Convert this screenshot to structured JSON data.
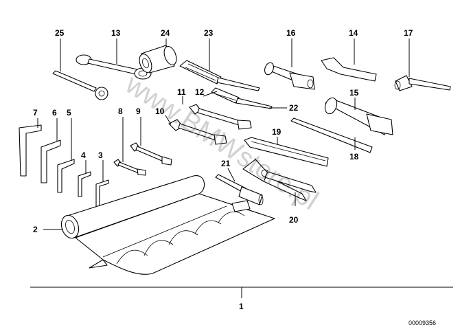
{
  "callouts": {
    "c1": "1",
    "c2": "2",
    "c3": "3",
    "c4": "4",
    "c5": "5",
    "c6": "6",
    "c7": "7",
    "c8": "8",
    "c9": "9",
    "c10": "10",
    "c11": "11",
    "c12": "12",
    "c13": "13",
    "c14": "14",
    "c15": "15",
    "c16": "16",
    "c17": "17",
    "c18": "18",
    "c19": "19",
    "c20": "20",
    "c21": "21",
    "c22": "22",
    "c23": "23",
    "c24": "24",
    "c25": "25"
  },
  "reference_number": "00009356",
  "watermark": "www.BMWstore.pl"
}
